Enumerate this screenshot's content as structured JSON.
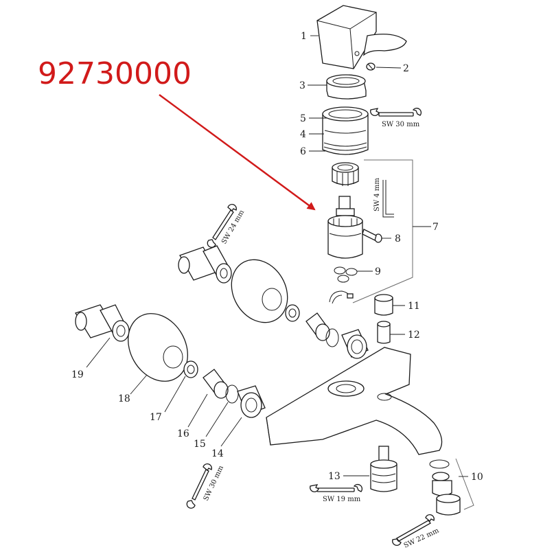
{
  "article_number": "92730000",
  "highlight_color": "#d11a1a",
  "parts": {
    "p1": "1",
    "p2": "2",
    "p3": "3",
    "p4": "4",
    "p5": "5",
    "p6": "6",
    "p7": "7",
    "p8": "8",
    "p9": "9",
    "p10": "10",
    "p11": "11",
    "p12": "12",
    "p13": "13",
    "p14": "14",
    "p15": "15",
    "p16": "16",
    "p17": "17",
    "p18": "18",
    "p19": "19"
  },
  "tools": {
    "sw30_top": "SW 30 mm",
    "sw4": "SW 4 mm",
    "sw24": "SW 24 mm",
    "sw30_bottom": "SW 30 mm",
    "sw19": "SW 19 mm",
    "sw22": "SW 22 mm"
  }
}
